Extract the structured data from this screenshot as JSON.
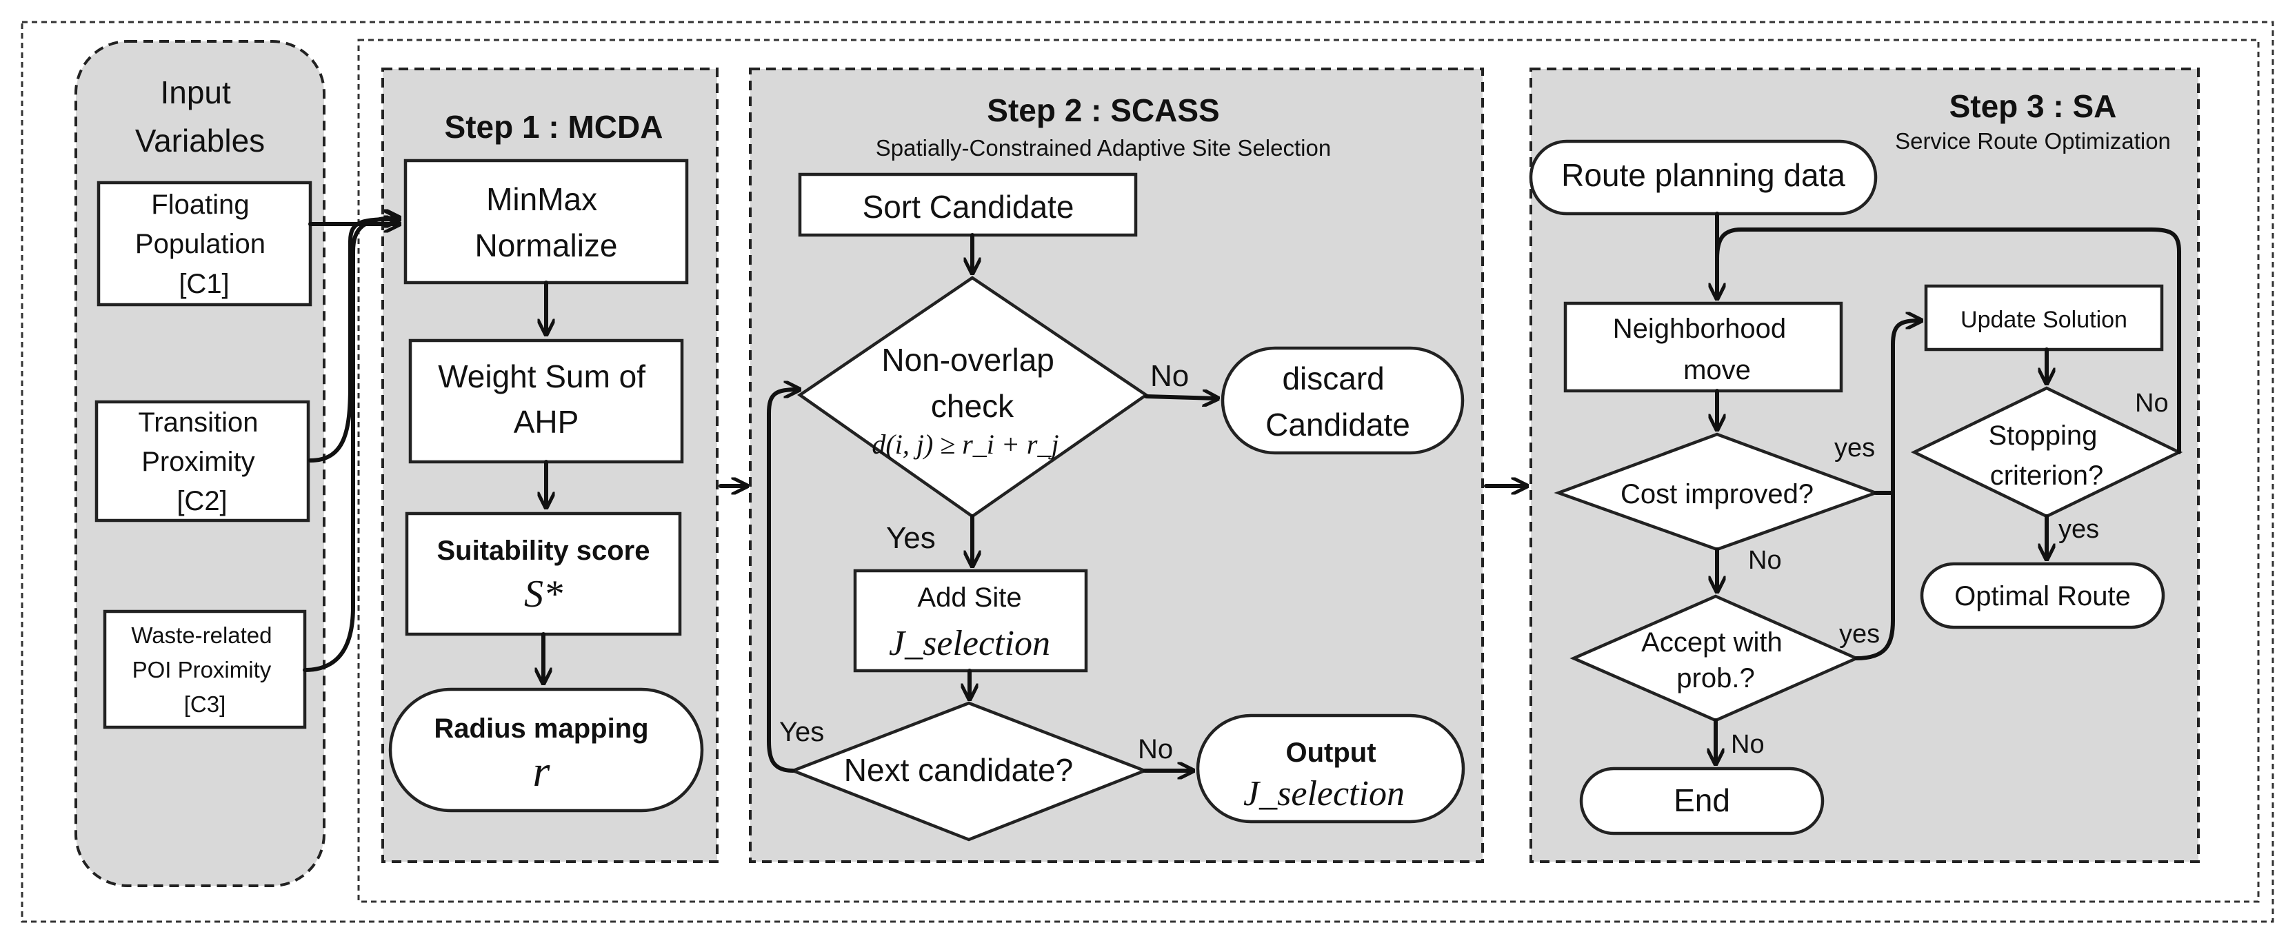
{
  "input": {
    "title_line1": "Input",
    "title_line2": "Variables",
    "c1": [
      "Floating",
      "Population",
      "[C1]"
    ],
    "c2": [
      "Transition",
      "Proximity",
      "[C2]"
    ],
    "c3": [
      "Waste-related",
      "POI Proximity",
      "[C3]"
    ]
  },
  "step1": {
    "title": "Step 1 : MCDA",
    "minmax": [
      "MinMax",
      "Normalize"
    ],
    "weight": [
      "Weight Sum of",
      "AHP"
    ],
    "score_label": "Suitability score",
    "score_symbol": "S*",
    "radius_label": "Radius mapping",
    "radius_symbol": "r"
  },
  "step2": {
    "title": "Step 2 : SCASS",
    "subtitle": "Spatially-Constrained Adaptive Site Selection",
    "sort": "Sort Candidate",
    "check": [
      "Non-overlap",
      "check"
    ],
    "check_formula": "d(i, j) ≥ r_i + r_j",
    "discard": [
      "discard",
      "Candidate"
    ],
    "add_site": "Add Site",
    "add_symbol": "J_selection",
    "next": "Next candidate?",
    "output": "Output",
    "output_symbol": "J_selection",
    "label_no_check": "No",
    "label_yes_check": "Yes",
    "label_yes_loop": "Yes",
    "label_no_next": "No"
  },
  "step3": {
    "title": "Step 3 : SA",
    "subtitle": "Service Route Optimization",
    "route": "Route planning data",
    "neighborhood": [
      "Neighborhood",
      "move"
    ],
    "cost": "Cost improved?",
    "accept": [
      "Accept with",
      "prob.?"
    ],
    "end": "End",
    "update": "Update Solution",
    "stopping": [
      "Stopping",
      "criterion?"
    ],
    "optimal": "Optimal Route",
    "label_yes_cost": "yes",
    "label_no_cost": "No",
    "label_yes_accept": "yes",
    "label_no_accept": "No",
    "label_no_stop": "No",
    "label_yes_stop": "yes"
  }
}
